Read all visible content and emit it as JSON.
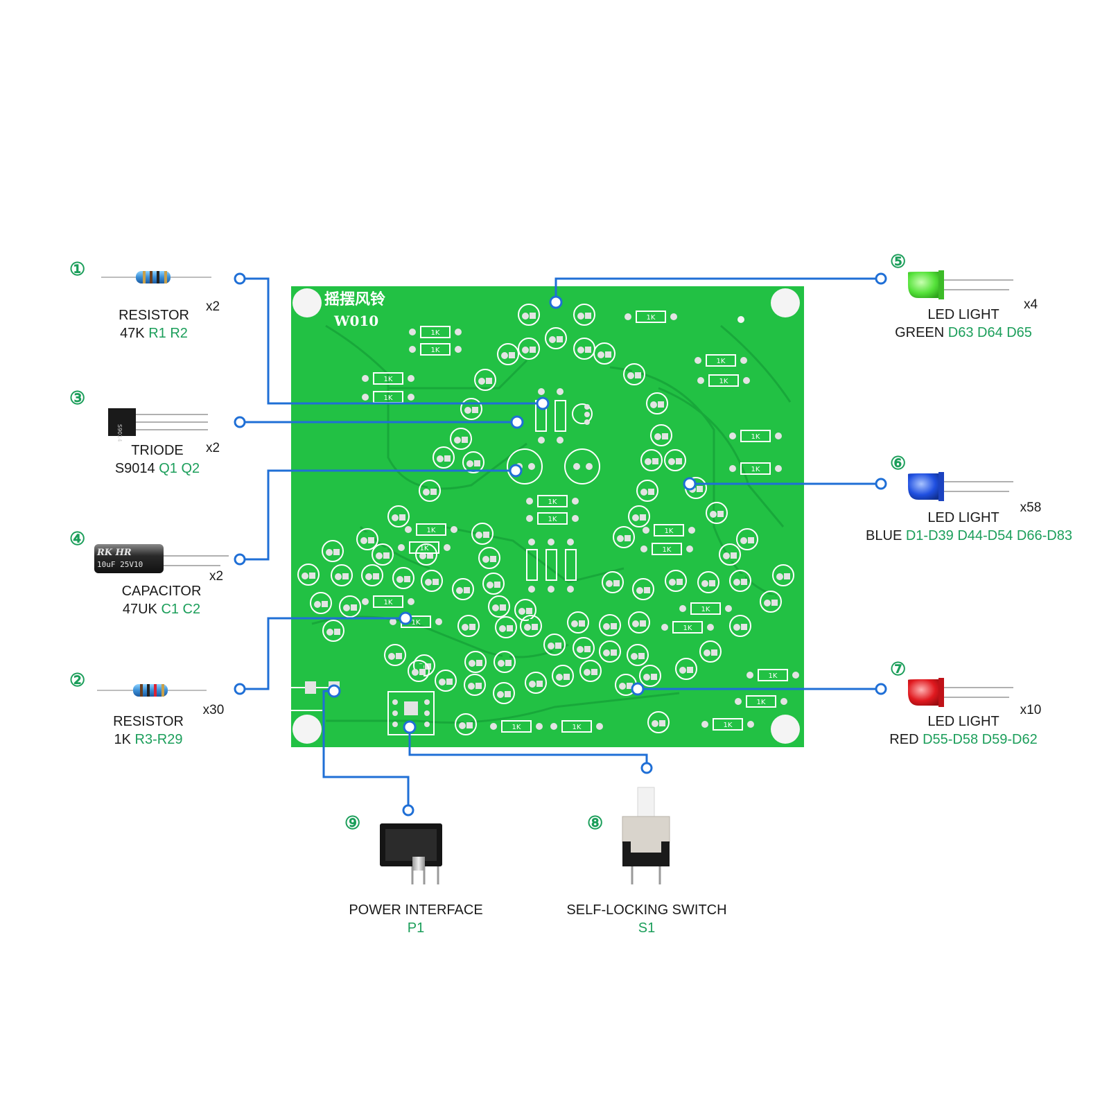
{
  "colors": {
    "pcb": "#22c144",
    "pcb_dark": "#149a33",
    "pad": "#e3e3e3",
    "leader": "#1f6fd6",
    "accent_green": "#1b9e5a",
    "led_green": "#55e23a",
    "led_blue": "#1f4fe0",
    "led_red": "#e0191f"
  },
  "board": {
    "title": "摇摆风铃",
    "model": "W010",
    "resistor_value": "1K"
  },
  "callouts": {
    "c1": {
      "number": "①",
      "name": "RESISTOR",
      "value": "47K",
      "refs": "R1 R2",
      "qty": "x2",
      "icon": "resistor-icon"
    },
    "c3": {
      "number": "③",
      "name": "TRIODE",
      "value": "S9014",
      "refs": "Q1 Q2",
      "qty": "x2",
      "icon": "transistor-icon"
    },
    "c4": {
      "number": "④",
      "name": "CAPACITOR",
      "value": "47UK",
      "refs": "C1 C2",
      "qty": "x2",
      "icon": "capacitor-icon",
      "body_text": "RK  HR",
      "body_text2": "10uF 25V10"
    },
    "c2": {
      "number": "②",
      "name": "RESISTOR",
      "value": "1K",
      "refs": "R3-R29",
      "qty": "x30",
      "icon": "resistor-icon"
    },
    "c5": {
      "number": "⑤",
      "name": "LED LIGHT",
      "value": "GREEN",
      "refs": "D63 D64 D65",
      "qty": "x4",
      "icon": "green-led-icon"
    },
    "c6": {
      "number": "⑥",
      "name": "LED LIGHT",
      "value": "BLUE",
      "refs": "D1-D39 D44-D54 D66-D83",
      "qty": "x58",
      "icon": "blue-led-icon"
    },
    "c7": {
      "number": "⑦",
      "name": "LED LIGHT",
      "value": "RED",
      "refs": "D55-D58 D59-D62",
      "qty": "x10",
      "icon": "red-led-icon"
    },
    "c8": {
      "number": "⑧",
      "name": "SELF-LOCKING SWITCH",
      "refs": "S1",
      "icon": "switch-icon"
    },
    "c9": {
      "number": "⑨",
      "name": "POWER INTERFACE",
      "refs": "P1",
      "icon": "dc-jack-icon"
    }
  }
}
